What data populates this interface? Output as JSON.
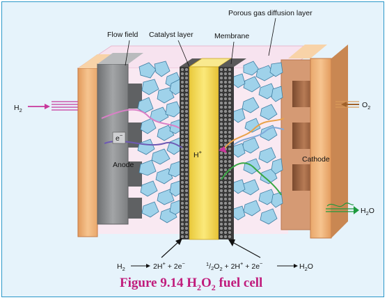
{
  "labels": {
    "porous_layer": "Porous gas diffusion layer",
    "flow_field": "Flow field",
    "catalyst_layer": "Catalyst layer",
    "membrane": "Membrane",
    "h2_in": "H",
    "h2_in_sub": "2",
    "o2_in": "O",
    "o2_in_sub": "2",
    "electron": "e",
    "electron_sup": "−",
    "proton": "H",
    "proton_sup": "+",
    "anode": "Anode",
    "cathode": "Cathode",
    "water_out": "H",
    "water_out_sub": "2",
    "water_out_tail": "O"
  },
  "equations": {
    "anode": {
      "reactant": "H",
      "reactant_sub": "2",
      "products": "2H",
      "products_sup": "+",
      "products_tail": " + 2e",
      "products_tail_sup": "−"
    },
    "cathode": {
      "frac_num": "1",
      "frac_den": "2",
      "o2": "O",
      "o2_sub": "2",
      "plus_h": " + 2H",
      "plus_h_sup": "+",
      "plus_e": " + 2e",
      "plus_e_sup": "−",
      "product": "H",
      "product_sub": "2",
      "product_tail": "O"
    }
  },
  "caption": {
    "text": "Figure 9.14  H",
    "sub1": "2",
    "mid": "O",
    "sub2": "2",
    "tail": " fuel cell"
  },
  "colors": {
    "frame_border": "#2a97c9",
    "background": "#e6f3fb",
    "anode_plate": "#f2b980",
    "cathode_plate": "#f2b980",
    "flow_field": "#8a8c8e",
    "diffusion_flakes": "#9fd2ea",
    "membrane": "#f5dc55",
    "catalyst_beads": "#3b3b3b",
    "caption": "#c01c7c",
    "arrow_in": "#c8379b",
    "arrow_out": "#1e9a3e"
  }
}
